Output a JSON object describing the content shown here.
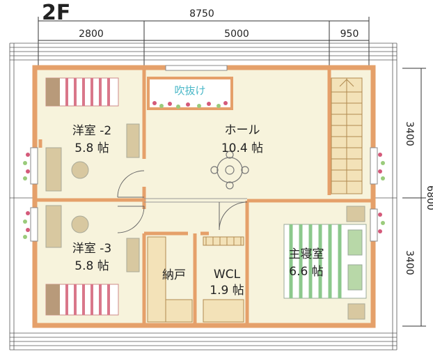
{
  "floor_label": "2F",
  "dimensions": {
    "overall_width": "8750",
    "segments": [
      "2800",
      "5000",
      "950"
    ],
    "right_upper": "3400",
    "right_lower": "3400",
    "overall_depth": "6800"
  },
  "rooms": {
    "fukinuke": "吹抜け",
    "youshitsu2_name": "洋室 -2",
    "youshitsu2_size": "5.8 帖",
    "hall_name": "ホール",
    "hall_size": "10.4 帖",
    "youshitsu3_name": "洋室 -3",
    "youshitsu3_size": "5.8 帖",
    "nando": "納戸",
    "wcl_name": "WCL",
    "wcl_size": "1.9 帖",
    "master_name": "主寝室",
    "master_size": "6.6 帖"
  },
  "colors": {
    "wall": "#e5a06a",
    "floor": "#f7f3dc",
    "stairs": "#f3e2b8",
    "fukinuke_text": "#4bb8c8",
    "bed_red": "#d9778a",
    "bed_green": "#8cc88c"
  }
}
